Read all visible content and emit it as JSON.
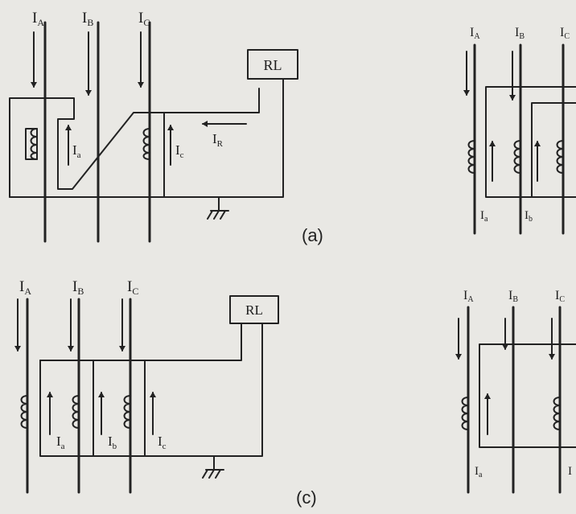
{
  "diagram_a": {
    "currents": {
      "a": "I",
      "a_sub": "A",
      "b": "I",
      "b_sub": "B",
      "c": "I",
      "c_sub": "C"
    },
    "ct_labels": {
      "a": "I",
      "a_sub": "a",
      "c": "I",
      "c_sub": "c"
    },
    "relay": "RL",
    "ir": "I",
    "ir_sub": "R",
    "caption": "(a)"
  },
  "diagram_b": {
    "currents": {
      "a": "I",
      "a_sub": "A",
      "b": "I",
      "b_sub": "B",
      "c": "I",
      "c_sub": "C"
    },
    "ct_labels": {
      "a": "I",
      "a_sub": "a",
      "b": "I",
      "b_sub": "b"
    }
  },
  "diagram_c": {
    "currents": {
      "a": "I",
      "a_sub": "A",
      "b": "I",
      "b_sub": "B",
      "c": "I",
      "c_sub": "C"
    },
    "ct_labels": {
      "a": "I",
      "a_sub": "a",
      "b": "I",
      "b_sub": "b",
      "c": "I",
      "c_sub": "c"
    },
    "relay": "RL",
    "caption": "(c)"
  },
  "diagram_d": {
    "currents": {
      "a": "I",
      "a_sub": "A",
      "b": "I",
      "b_sub": "B",
      "c": "I",
      "c_sub": "C"
    },
    "ct_labels": {
      "a": "I",
      "a_sub": "a",
      "b": "I"
    }
  }
}
